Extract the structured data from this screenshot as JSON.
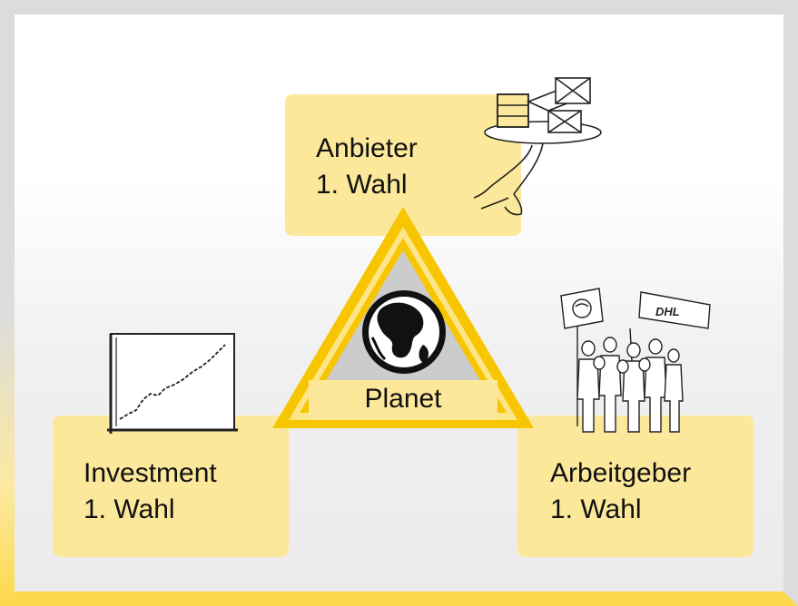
{
  "nodes": {
    "top": {
      "title": "Anbieter",
      "subtitle": "1. Wahl"
    },
    "left": {
      "title": "Investment",
      "subtitle": "1. Wahl"
    },
    "right": {
      "title": "Arbeitgeber",
      "subtitle": "1. Wahl"
    },
    "center": {
      "label": "Planet"
    }
  },
  "flags": {
    "left": "post-horn-logo",
    "right": "DHL"
  },
  "colors": {
    "box_fill": "#fce89a",
    "triangle_border": "#f7c600",
    "triangle_fill": "#cfcfcf"
  },
  "icons": [
    "globe-icon",
    "parcel-tray-icon",
    "line-chart-icon",
    "crowd-with-flags-icon"
  ]
}
